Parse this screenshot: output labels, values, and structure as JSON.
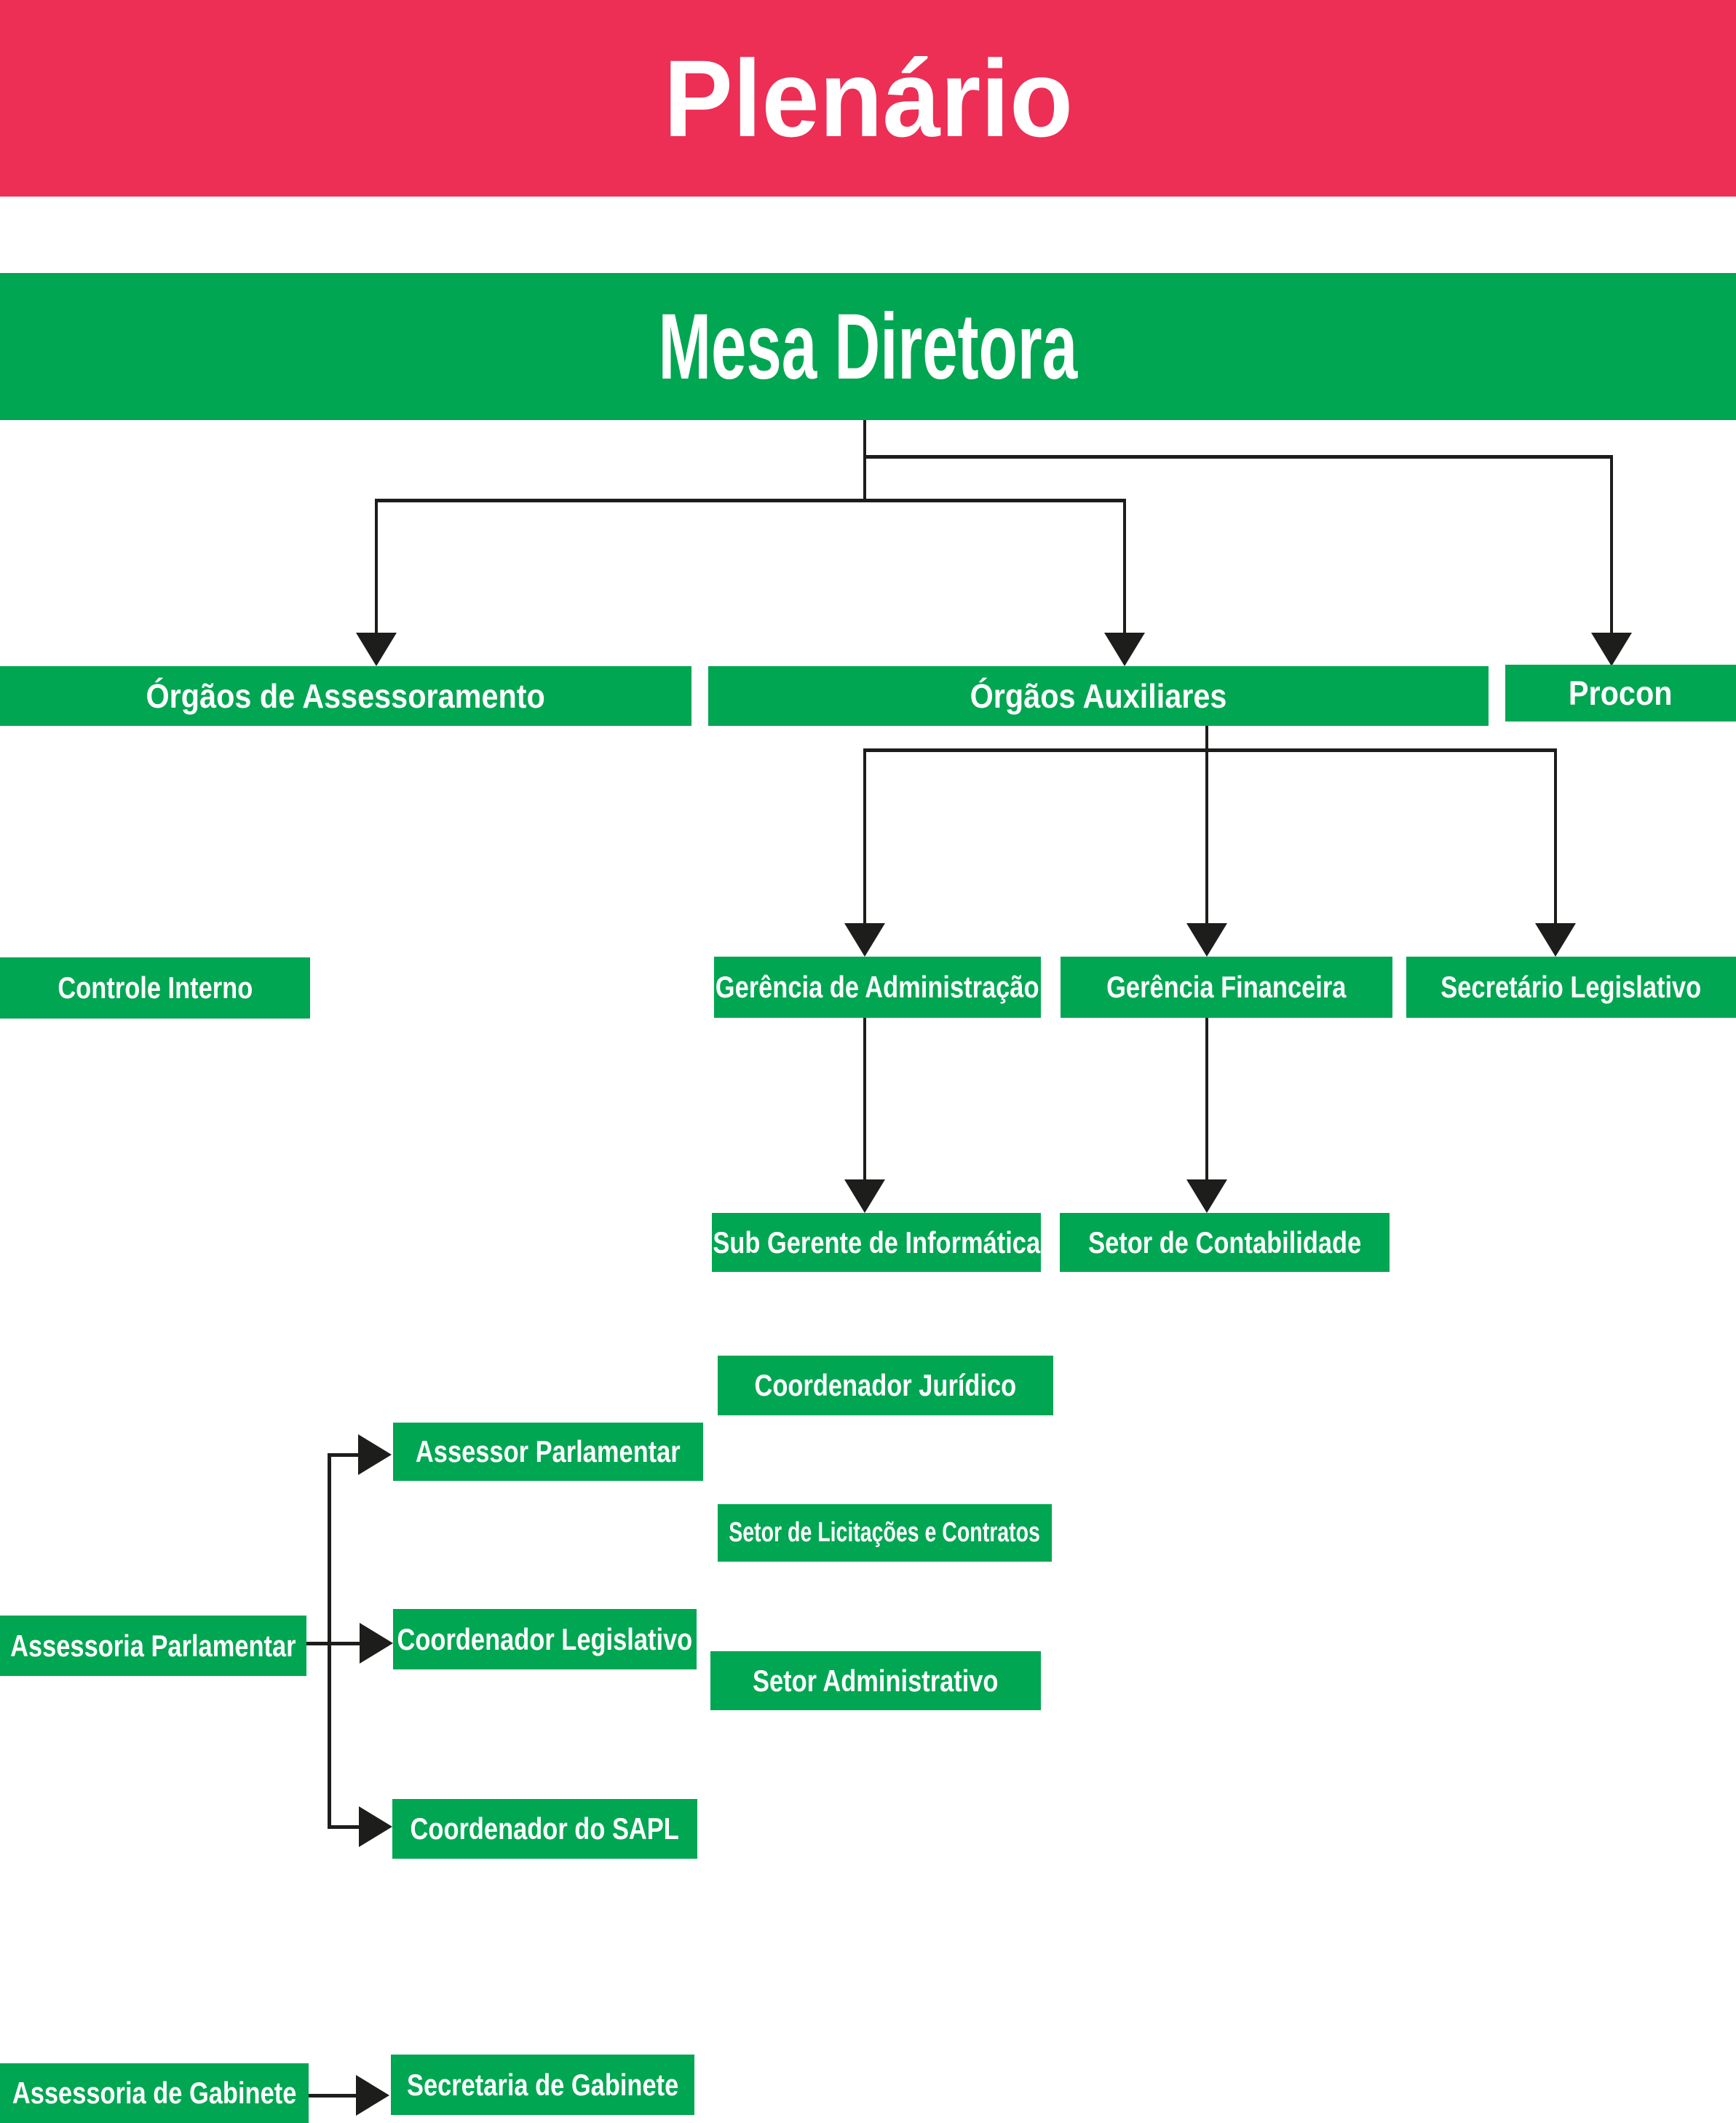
{
  "banner": {
    "title": "Plenário"
  },
  "nodes": {
    "mesa_diretora": "Mesa Diretora",
    "orgaos_assessoramento": "Órgãos de Assessoramento",
    "orgaos_auxiliares": "Órgãos Auxiliares",
    "procon": "Procon",
    "controle_interno": "Controle Interno",
    "gerencia_administracao": "Gerência de Administração",
    "gerencia_financeira": "Gerência Financeira",
    "secretario_legislativo": "Secretário Legislativo",
    "sub_gerente_informatica": "Sub Gerente de Informática",
    "setor_contabilidade": "Setor de Contabilidade",
    "coordenador_juridico": "Coordenador Jurídico",
    "assessor_parlamentar": "Assessor Parlamentar",
    "setor_licitacoes_contratos": "Setor de Licitações e Contratos",
    "assessoria_parlamentar": "Assessoria Parlamentar",
    "coordenador_legislativo": "Coordenador Legislativo",
    "setor_administrativo": "Setor Administrativo",
    "coordenador_sapl": "Coordenador do SAPL",
    "assessoria_gabinete": "Assessoria de Gabinete",
    "secretaria_gabinete": "Secretaria de Gabinete"
  },
  "colors": {
    "banner_red": "#ED2E55",
    "box_green": "#00A651",
    "connector_black": "#1D1D1B",
    "text_white": "#FFFFFF"
  }
}
